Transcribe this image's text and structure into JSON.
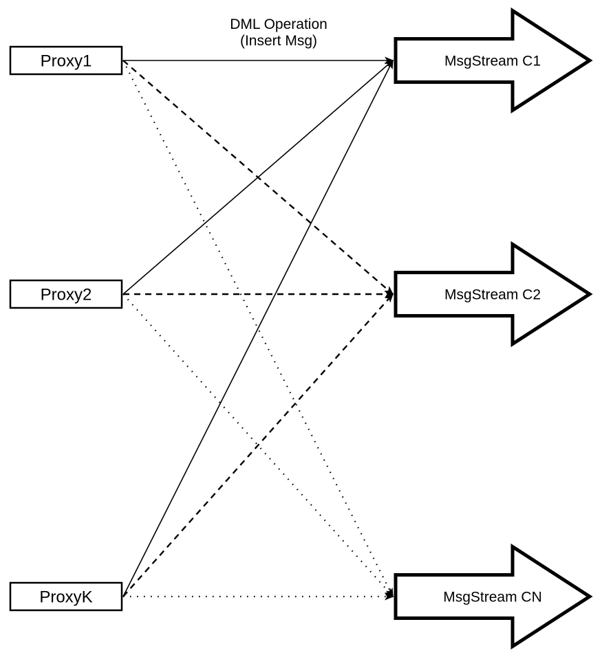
{
  "diagram": {
    "title": {
      "line1": "DML Operation",
      "line2": "(Insert Msg)"
    },
    "proxies": [
      {
        "id": "proxy1",
        "label": "Proxy1"
      },
      {
        "id": "proxy2",
        "label": "Proxy2"
      },
      {
        "id": "proxyk",
        "label": "ProxyK"
      }
    ],
    "streams": [
      {
        "id": "c1",
        "label": "MsgStream C1"
      },
      {
        "id": "c2",
        "label": "MsgStream C2"
      },
      {
        "id": "cn",
        "label": "MsgStream CN"
      }
    ],
    "edges": [
      {
        "from": "proxy1",
        "to": "c1",
        "style": "solid"
      },
      {
        "from": "proxy2",
        "to": "c1",
        "style": "solid"
      },
      {
        "from": "proxyk",
        "to": "c1",
        "style": "solid"
      },
      {
        "from": "proxy1",
        "to": "c2",
        "style": "dashed"
      },
      {
        "from": "proxy2",
        "to": "c2",
        "style": "dashed"
      },
      {
        "from": "proxyk",
        "to": "c2",
        "style": "dashed"
      },
      {
        "from": "proxy1",
        "to": "cn",
        "style": "dotted"
      },
      {
        "from": "proxy2",
        "to": "cn",
        "style": "dotted"
      },
      {
        "from": "proxyk",
        "to": "cn",
        "style": "dotted"
      }
    ],
    "colors": {
      "stroke": "#000000",
      "fill": "#ffffff",
      "background": "#ffffff"
    }
  }
}
